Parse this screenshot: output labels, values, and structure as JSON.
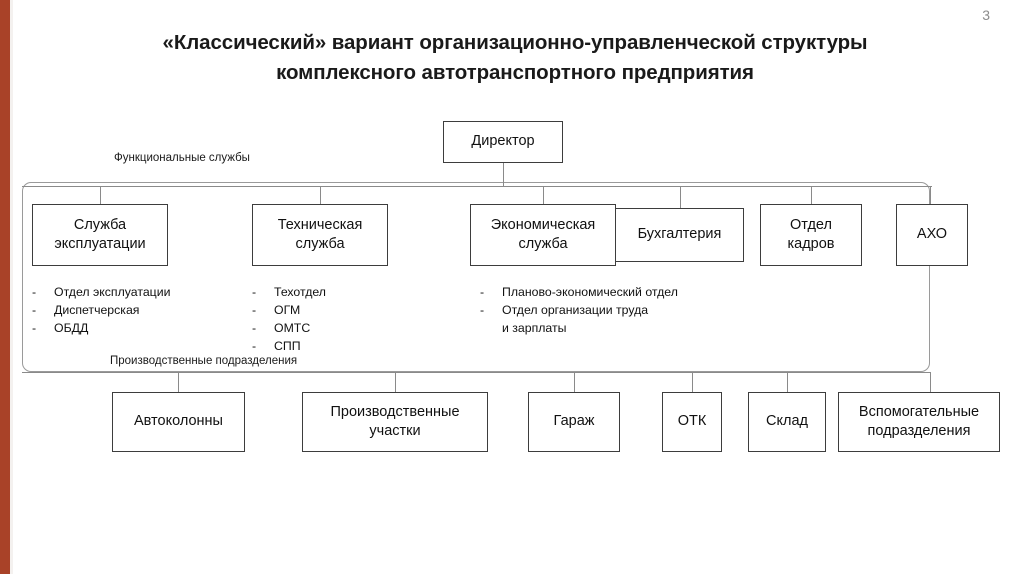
{
  "slide": {
    "page_number": "3",
    "accent_color": "#A94228",
    "title_line1": "«Классический» вариант организационно-управленческой структуры",
    "title_line2": "комплексного автотранспортного предприятия"
  },
  "root": {
    "label": "Директор"
  },
  "groups": {
    "functional_caption": "Функциональные службы",
    "production_caption": "Производственные подразделения"
  },
  "functional_services": [
    {
      "label": "Служба\nэксплуатации",
      "line1": "Служба",
      "line2": "эксплуатации"
    },
    {
      "label": "Техническая\nслужба",
      "line1": "Техническая",
      "line2": "служба"
    },
    {
      "label": "Экономическая\nслужба",
      "line1": "Экономическая",
      "line2": "служба"
    },
    {
      "label": "Бухгалтерия",
      "line1": "Бухгалтерия",
      "line2": ""
    },
    {
      "label": "Отдел\nкадров",
      "line1": "Отдел",
      "line2": "кадров"
    },
    {
      "label": "АХО",
      "line1": "АХО",
      "line2": ""
    }
  ],
  "sublists": {
    "operations": {
      "items": [
        "Отдел эксплуатации",
        "Диспетчерская",
        "ОБДД"
      ]
    },
    "technical": {
      "items": [
        "Техотдел",
        "ОГМ",
        "ОМТС",
        "СПП"
      ]
    },
    "economic": {
      "items": [
        "Планово-экономический отдел",
        "Отдел организации труда"
      ],
      "continuation": "и зарплаты"
    }
  },
  "production_units": [
    {
      "line1": "Автоколонны",
      "line2": ""
    },
    {
      "line1": "Производственные",
      "line2": "участки"
    },
    {
      "line1": "Гараж",
      "line2": ""
    },
    {
      "line1": "ОТК",
      "line2": ""
    },
    {
      "line1": "Склад",
      "line2": ""
    },
    {
      "line1": "Вспомогательные",
      "line2": "подразделения"
    }
  ]
}
